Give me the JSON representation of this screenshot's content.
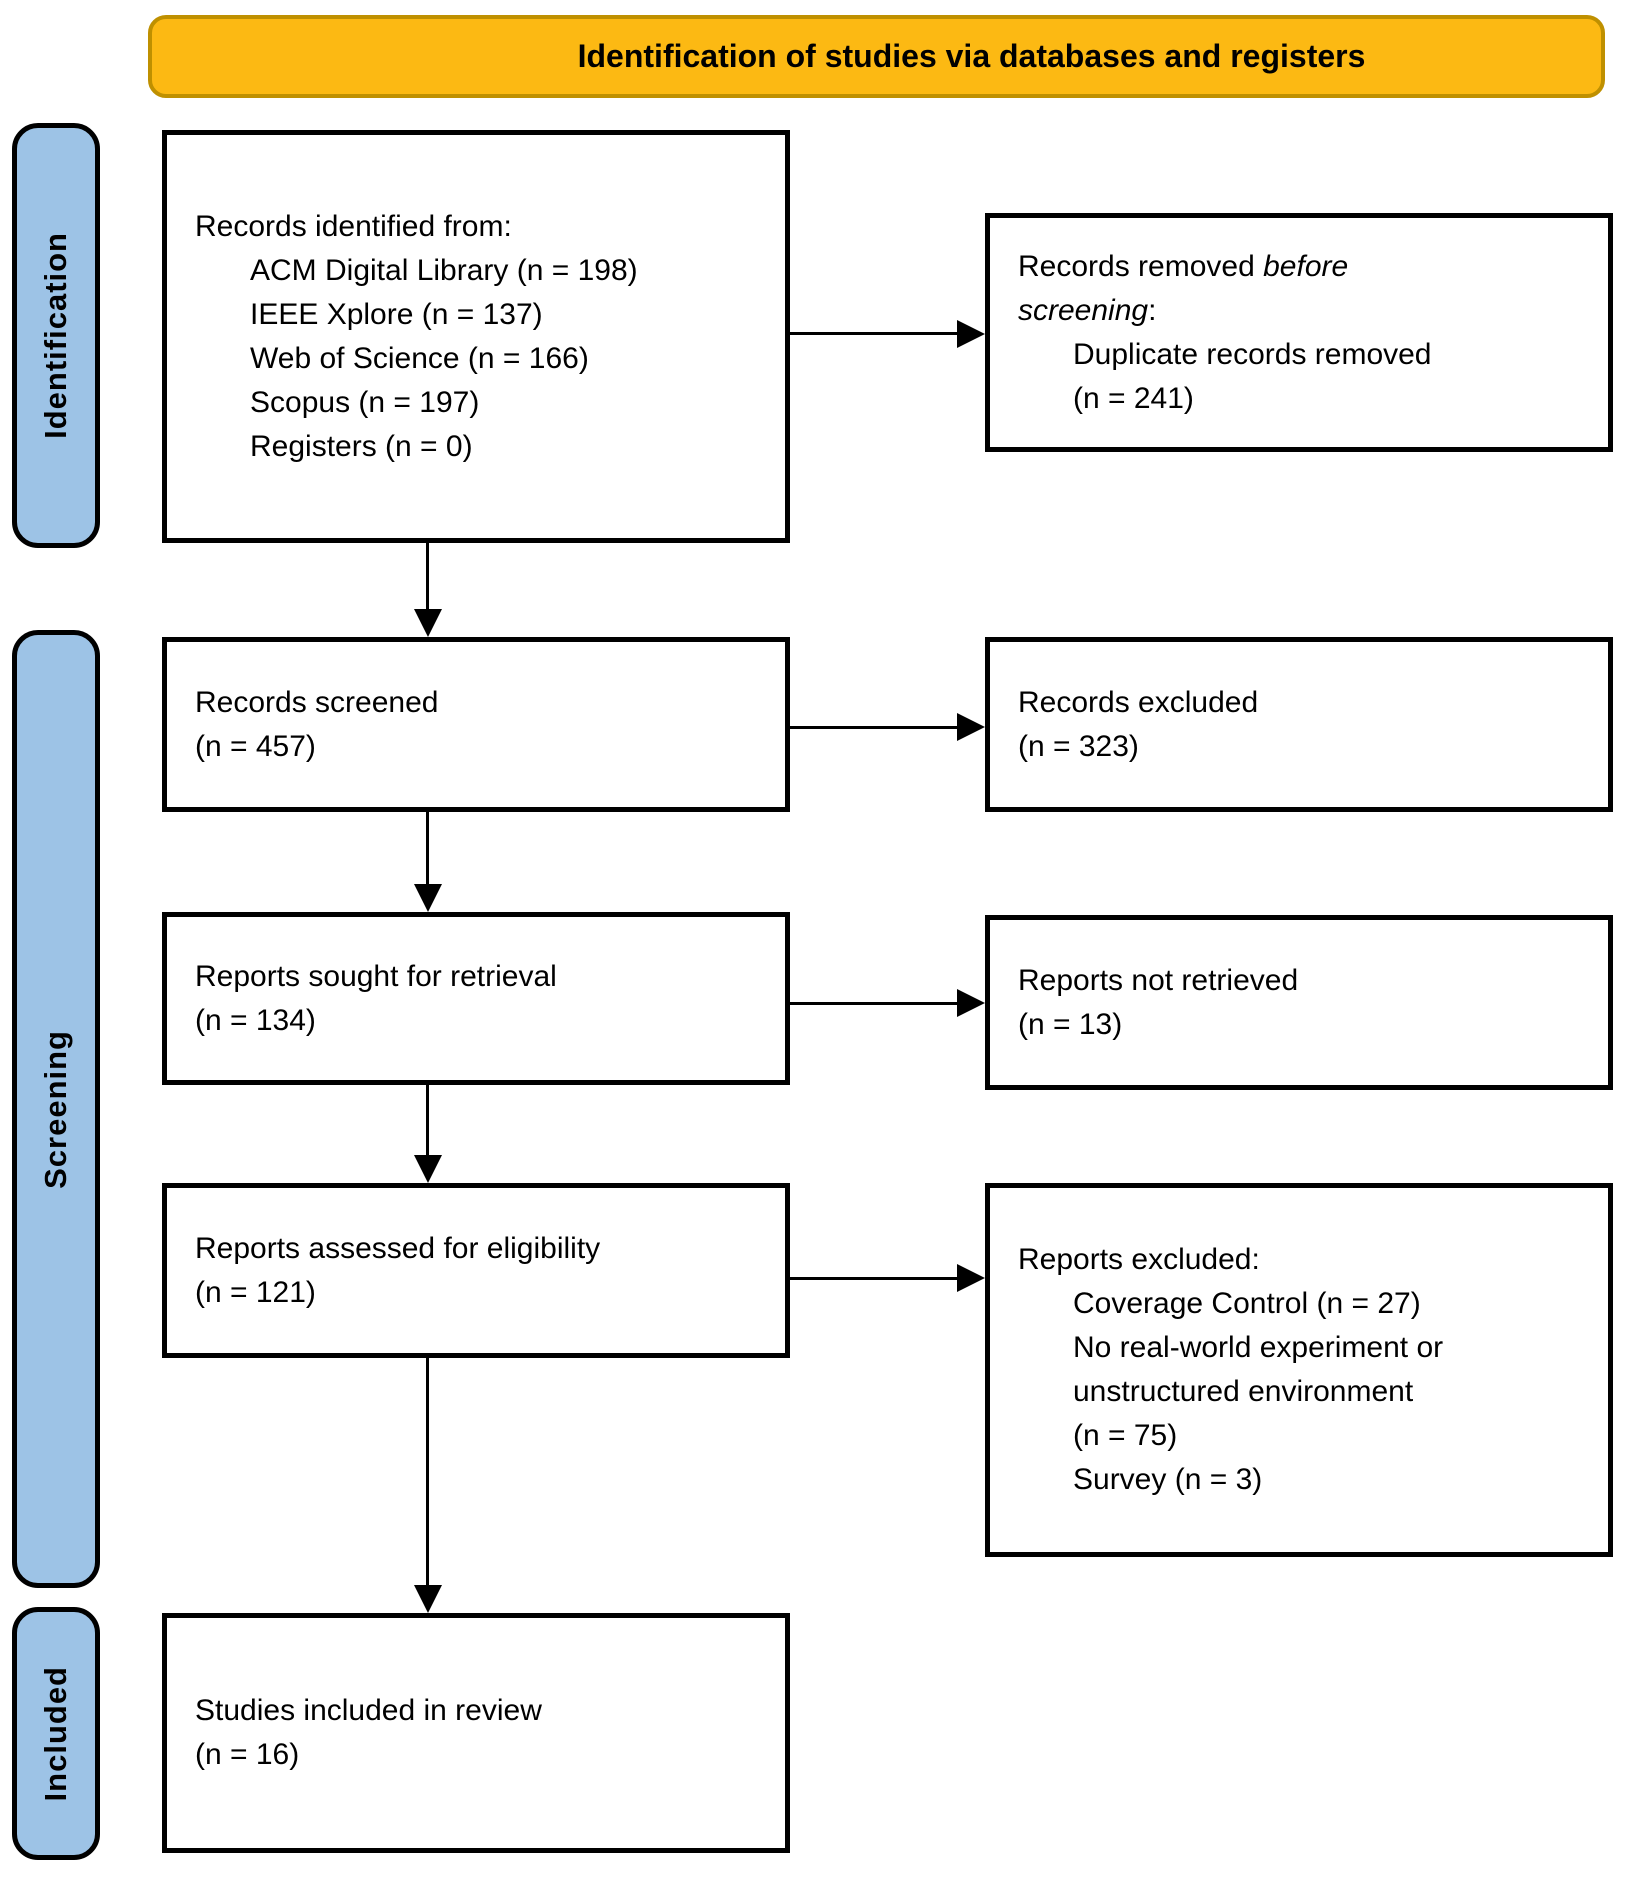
{
  "banner": {
    "title": "Identification of studies via databases and registers"
  },
  "sidebar": {
    "stages": [
      {
        "label": "Identification"
      },
      {
        "label": "Screening"
      },
      {
        "label": "Included"
      }
    ]
  },
  "flow": {
    "identified": {
      "heading": "Records identified from:",
      "items": [
        "ACM Digital Library (n = 198)",
        "IEEE Xplore (n = 137)",
        "Web of Science (n = 166)",
        "Scopus (n = 197)",
        "Registers (n = 0)"
      ]
    },
    "removed": {
      "heading_pre": "Records removed ",
      "heading_italic_1": "before",
      "heading_italic_2": "screening",
      "heading_post": ":",
      "items": [
        "Duplicate records removed",
        "(n = 241)"
      ]
    },
    "screened": {
      "heading": "Records screened",
      "count": "(n = 457)"
    },
    "excluded": {
      "heading": "Records excluded",
      "count": "(n = 323)"
    },
    "sought": {
      "heading": "Reports sought for retrieval",
      "count": "(n = 134)"
    },
    "not_retrieved": {
      "heading": "Reports not retrieved",
      "count": "(n = 13)"
    },
    "assessed": {
      "heading": "Reports assessed for eligibility",
      "count": "(n = 121)"
    },
    "reports_excluded": {
      "heading": "Reports excluded:",
      "items": [
        "Coverage Control (n = 27)",
        "No real-world experiment or",
        "unstructured environment",
        "(n = 75)",
        "Survey (n = 3)"
      ]
    },
    "included": {
      "heading": "Studies included in review",
      "count": "(n = 16)"
    }
  },
  "colors": {
    "banner_fill": "#FCB913",
    "banner_border": "#BF9000",
    "stage_fill": "#9DC3E6",
    "box_border": "#000000",
    "arrow": "#000000"
  }
}
